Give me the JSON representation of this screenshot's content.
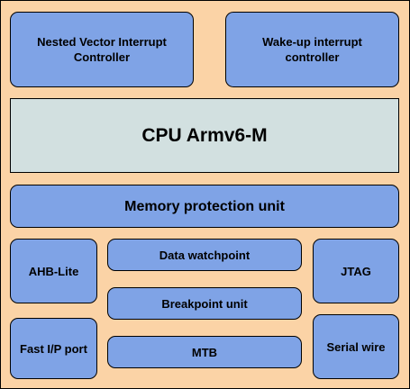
{
  "diagram": {
    "nvic": {
      "line1": "Nested Vector Interrupt",
      "line2": "Controller"
    },
    "wic": {
      "line1": "Wake-up interrupt",
      "line2": "controller"
    },
    "cpu": "CPU Armv6-M",
    "mpu": "Memory protection unit",
    "ahb_lite": "AHB-Lite",
    "data_watchpoint": "Data watchpoint",
    "jtag": "JTAG",
    "breakpoint_unit": "Breakpoint unit",
    "fast_io_port": "Fast I/P port",
    "mtb": "MTB",
    "serial_wire": "Serial wire"
  },
  "colors": {
    "background": "#fbd3a6",
    "block_fill": "#7fa3e6",
    "cpu_fill": "#d2e0e0",
    "border": "#000000"
  }
}
